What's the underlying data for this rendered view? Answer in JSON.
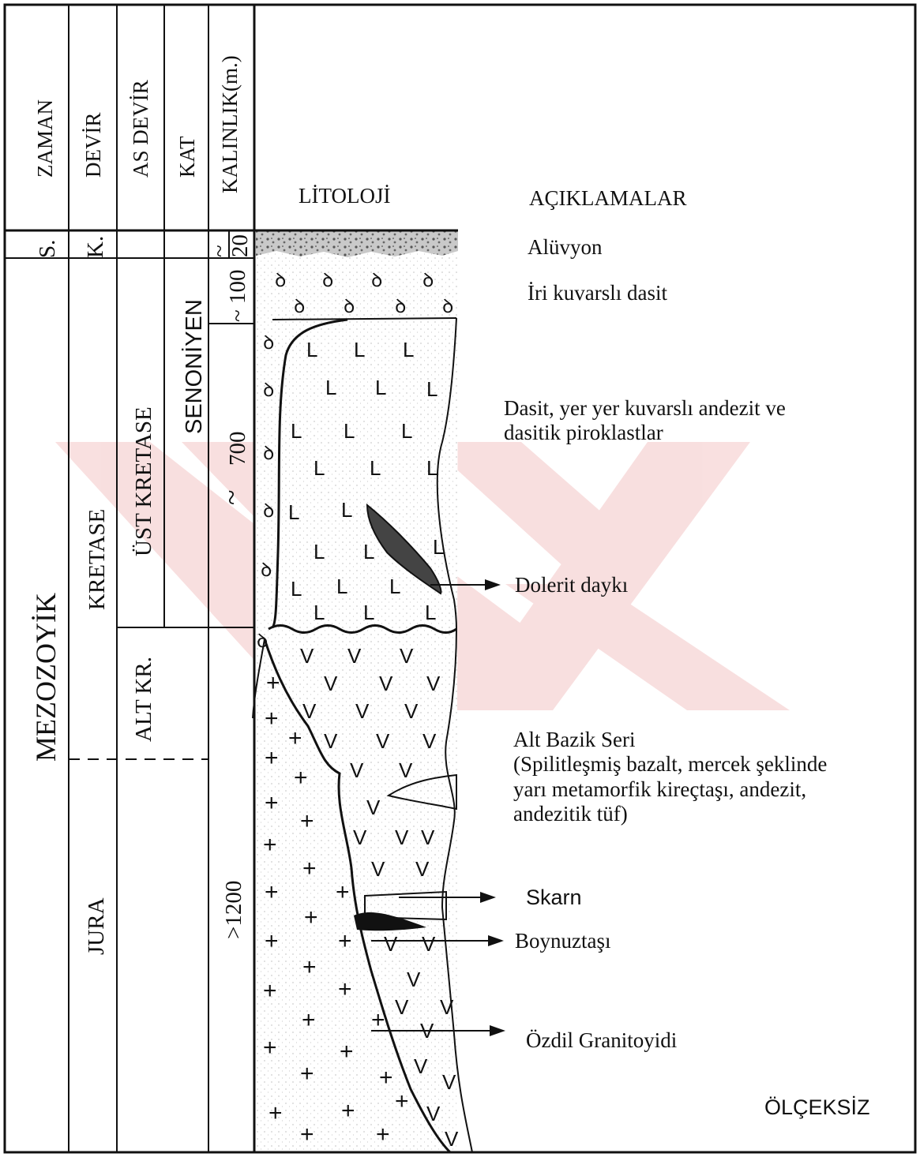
{
  "headers": {
    "zaman": "ZAMAN",
    "devir": "DEVİR",
    "as_devir": "AS DEVİR",
    "kat": "KAT",
    "kalinlik": "KALINLIK(m.)",
    "litoloji": "LİTOLOJİ",
    "aciklamalar": "AÇIKLAMALAR"
  },
  "zaman": {
    "s": "S.",
    "mezozoyik": "MEZOZOYİK"
  },
  "devir": {
    "k": "K.",
    "kretase": "KRETASE",
    "jura": "JURA"
  },
  "as_devir": {
    "ust_kretase": "ÜST KRETASE",
    "alt_kr": "ALT KR."
  },
  "kat": {
    "senoniyen": "SENONİYEN"
  },
  "kalinlik": {
    "t20": "20",
    "t100": "100",
    "t700": "700",
    "t1200": ">1200"
  },
  "aciklamalar": {
    "aluvyon": "Alüvyon",
    "iri_kuvarsli_dasit": "İri kuvarslı dasit",
    "dasit_1": "Dasit, yer yer kuvarslı andezit  ve",
    "dasit_2": "dasitik piroklastlar",
    "dolerit": "Dolerit daykı",
    "alt_bazik_1": "Alt Bazik Seri",
    "alt_bazik_2": "(Spilitleşmiş bazalt, mercek şeklinde",
    "alt_bazik_3": "yarı metamorfik kireçtaşı, andezit,",
    "alt_bazik_4": "andezitik tüf)",
    "skarn": "Skarn",
    "boynuztasi": "Boynuztaşı",
    "ozdil": "Özdil Granitoyidi",
    "olceksiz": "ÖLÇEKSİZ"
  },
  "symbols": {
    "quartz_dacite": "ꝺ",
    "dacite": "L",
    "basic": "V",
    "granite": "+",
    "approx": "~"
  }
}
